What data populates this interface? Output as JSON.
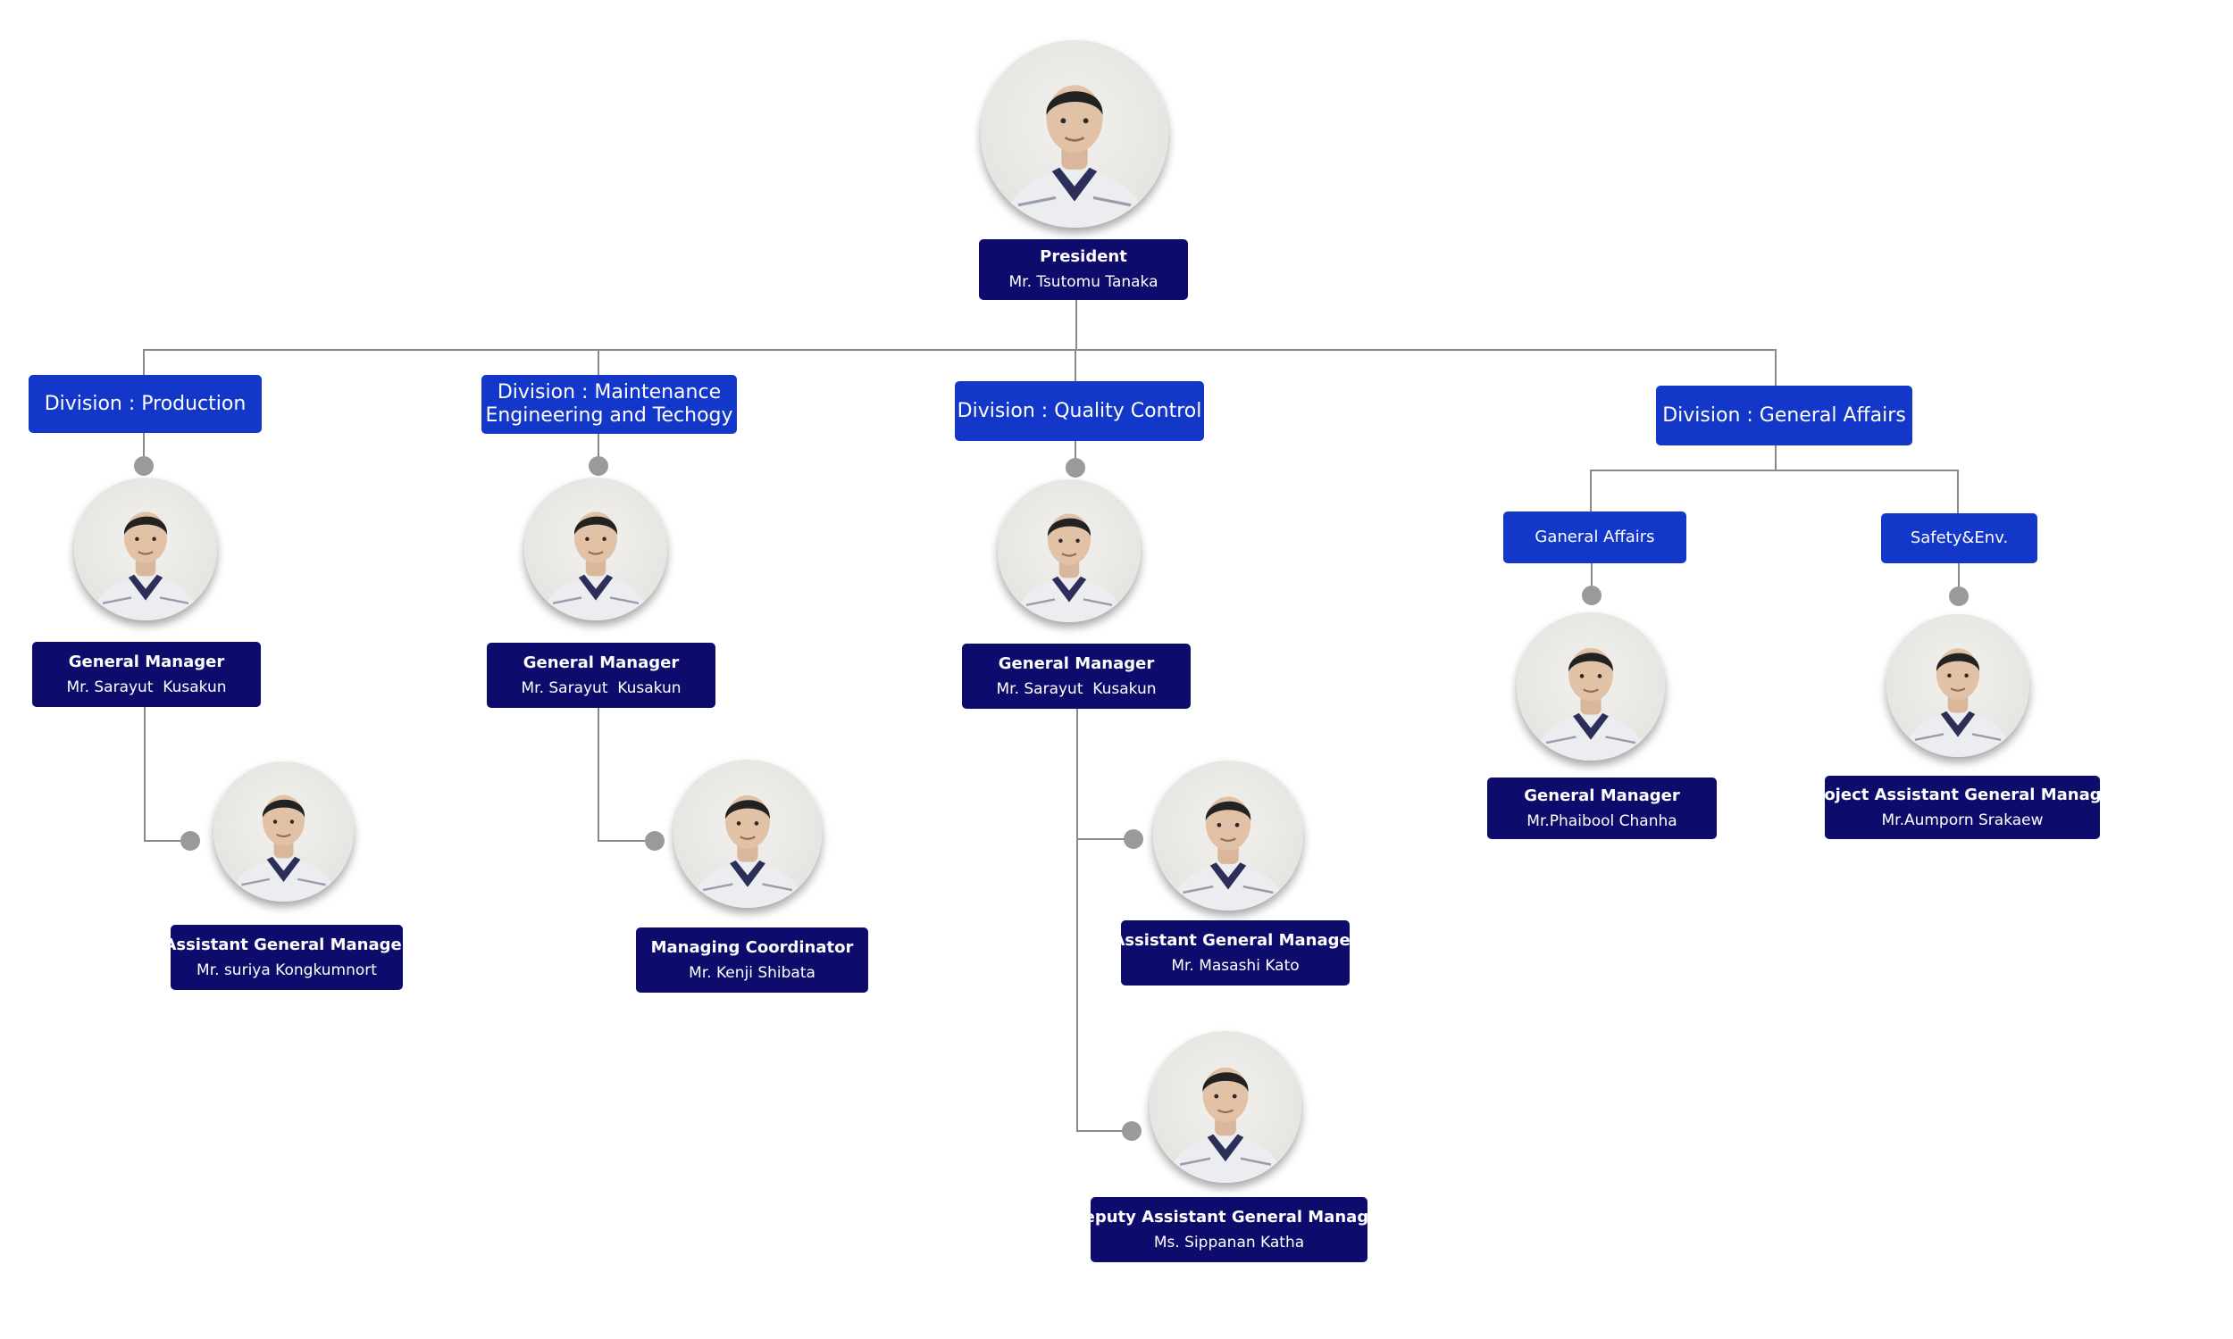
{
  "president": {
    "role": "President",
    "name": "Mr. Tsutomu Tanaka",
    "photo_icon": "person-portrait-icon"
  },
  "divisions": {
    "production": {
      "label": "Division : Production"
    },
    "maintenance": {
      "label": "Division : Maintenance\nEngineering and Techogy"
    },
    "quality": {
      "label": "Division : Quality Control"
    },
    "general_affairs": {
      "label": "Division : General Affairs"
    }
  },
  "subdivisions": {
    "general_affairs": {
      "label": "Ganeral Affairs"
    },
    "safety_env": {
      "label": "Safety&Env."
    }
  },
  "people": {
    "prod_gm": {
      "role": "General Manager",
      "name": "Mr. Sarayut  Kusakun"
    },
    "prod_agm": {
      "role": "Assistant General Manager",
      "name": "Mr. suriya Kongkumnort"
    },
    "mnt_gm": {
      "role": "General Manager",
      "name": "Mr. Sarayut  Kusakun"
    },
    "mnt_coord": {
      "role": "Managing Coordinator",
      "name": "Mr. Kenji Shibata"
    },
    "qc_gm": {
      "role": "General Manager",
      "name": "Mr. Sarayut  Kusakun"
    },
    "qc_agm": {
      "role": "Assistant General Manager",
      "name": "Mr. Masashi Kato"
    },
    "qc_dagm": {
      "role": "Deputy Assistant General Manager",
      "name": "Ms. Sippanan Katha"
    },
    "ga_gm": {
      "role": "General Manager",
      "name": "Mr.Phaibool Chanha"
    },
    "se_pagm": {
      "role": "Project Assistant General Manager",
      "name": "Mr.Aumporn Srakaew"
    }
  },
  "colors": {
    "division_blue": "#1237c9",
    "namebox_navy": "#0d0b6b",
    "connector_gray": "#8a8a8a",
    "dot_gray": "#9a9a9a",
    "uniform_navy": "#2b2f5a",
    "uniform_white": "#ecedf1"
  }
}
